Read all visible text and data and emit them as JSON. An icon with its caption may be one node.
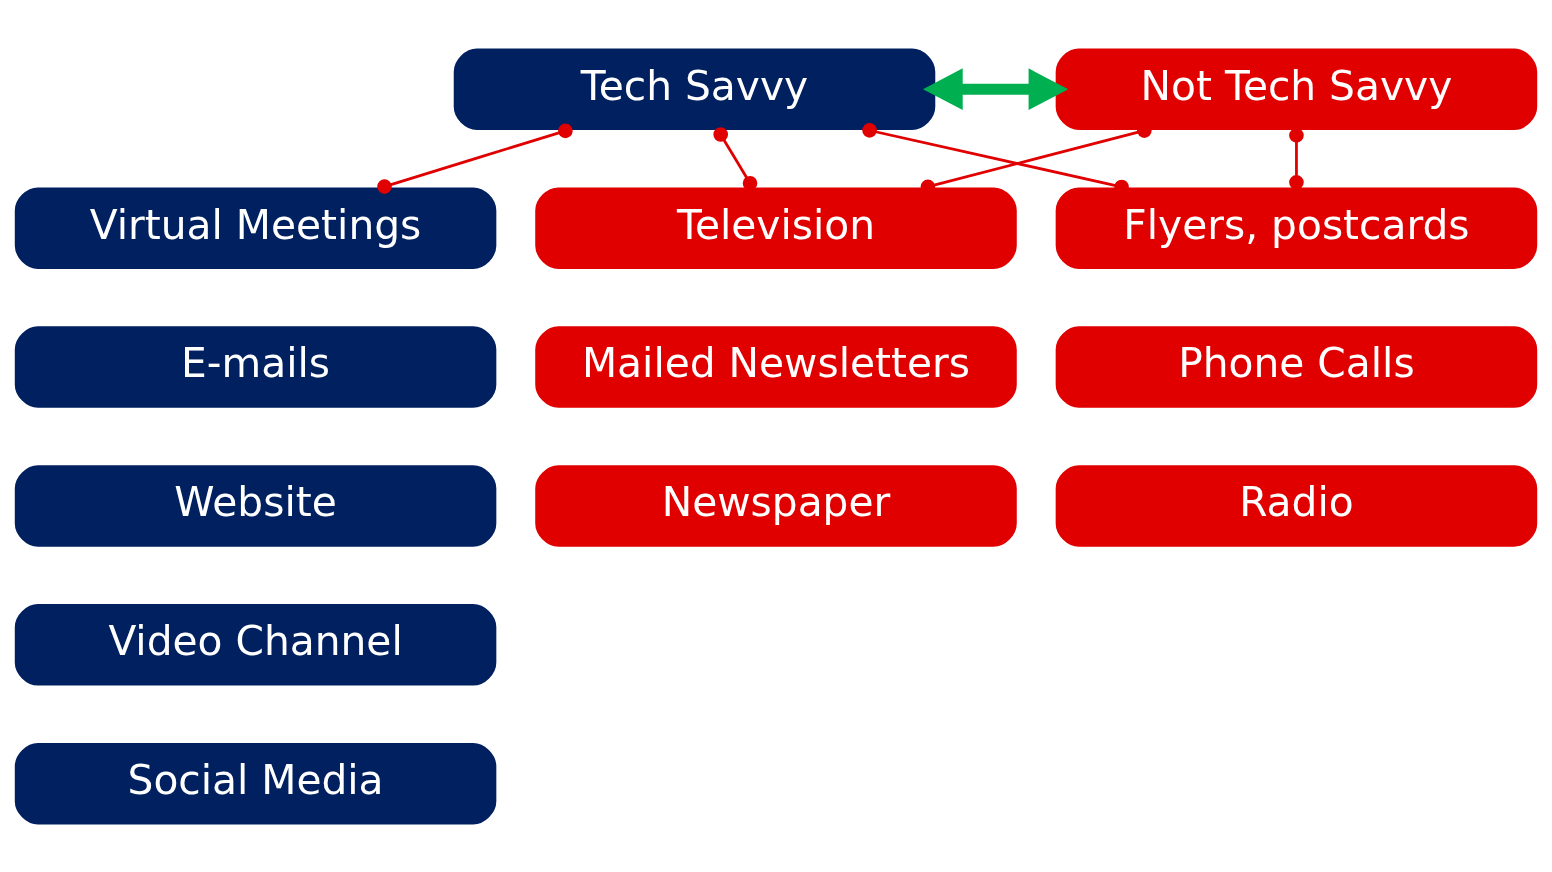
{
  "diagram": {
    "nodes": [
      {
        "text": [
          "Tech Savvy"
        ]
      },
      {
        "text": [
          "Not Tech Savvy"
        ]
      },
      {
        "text": [
          "Virtual Meetings"
        ]
      },
      {
        "text": [
          "Flyers, postcards"
        ]
      },
      {
        "text": [
          "Television"
        ]
      },
      {
        "text": [
          "E-mails"
        ]
      },
      {
        "text": [
          "Phone Calls"
        ]
      },
      {
        "text": [
          "Mailed Newsletters"
        ]
      },
      {
        "text": [
          "Website"
        ]
      },
      {
        "text": [
          "Radio"
        ]
      },
      {
        "text": [
          "Newspaper"
        ]
      },
      {
        "text": [
          "Video Channel"
        ]
      },
      {
        "text": [
          "Social Media"
        ]
      }
    ],
    "edges": [
      {
        "from": 0,
        "to": 1,
        "arrow": "both",
        "style": "thick",
        "color": "#00b050"
      },
      {
        "from": 0,
        "to": 2,
        "arrow": "other"
      },
      {
        "from": 0,
        "to": 3,
        "arrow": "other"
      },
      {
        "from": 0,
        "to": 4,
        "arrow": "other"
      },
      {
        "from": 1,
        "to": 3,
        "arrow": "other"
      },
      {
        "from": 1,
        "to": 4,
        "arrow": "other"
      }
    ]
  }
}
